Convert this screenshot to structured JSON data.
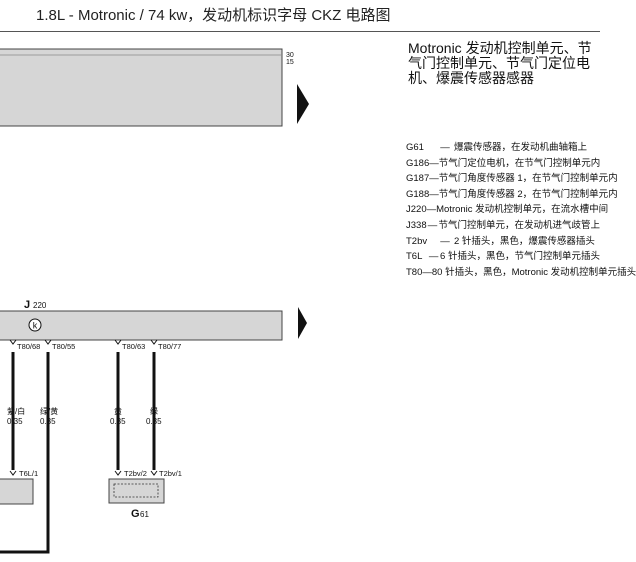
{
  "page": {
    "title": "1.8L - Motronic / 74 kw，发动机标识字母 CKZ 电路图",
    "description": "Motronic 发动机控制单元、节气门控制单元、节气门定位电机、爆震传感器感器"
  },
  "diagram": {
    "top_scale": {
      "upper": "30",
      "lower": "15"
    },
    "ecu": {
      "label": "J",
      "sub": "220",
      "symbol": "k"
    },
    "pins": [
      {
        "id": "T80/68",
        "label": "T80/68"
      },
      {
        "id": "T80/55",
        "label": "T80/55"
      },
      {
        "id": "T80/63",
        "label": "T80/63"
      },
      {
        "id": "T80/77",
        "label": "T80/77"
      }
    ],
    "wires": [
      {
        "color": "紫/白",
        "gauge": "0.35"
      },
      {
        "color": "绿/黄",
        "gauge": "0.35"
      },
      {
        "color": "黄",
        "gauge": "0.35"
      },
      {
        "color": "绿",
        "gauge": "0.35"
      }
    ],
    "connectors": [
      {
        "label": "T6L/1"
      },
      {
        "label": "T2bv/2"
      },
      {
        "label": "T2bv/1"
      }
    ],
    "sensor": {
      "label": "G",
      "sub": "61"
    }
  },
  "legend": [
    {
      "code": "G61",
      "text": "爆震传感器，在发动机曲轴箱上"
    },
    {
      "code": "G186",
      "text": "节气门定位电机，在节气门控制单元内"
    },
    {
      "code": "G187",
      "text": "节气门角度传感器 1，在节气门控制单元内"
    },
    {
      "code": "G188",
      "text": "节气门角度传感器 2，在节气门控制单元内"
    },
    {
      "code": "J220",
      "text": "Motronic 发动机控制单元，在流水槽中间"
    },
    {
      "code": "J338",
      "text": "节气门控制单元，在发动机进气歧管上"
    },
    {
      "code": "T2bv",
      "text": "2 针插头，黑色，爆震传感器插头"
    },
    {
      "code": "T6L",
      "text": "6 针插头，黑色，节气门控制单元插头"
    },
    {
      "code": "T80",
      "text": "80 针插头，黑色，Motronic 发动机控制单元插头"
    }
  ]
}
